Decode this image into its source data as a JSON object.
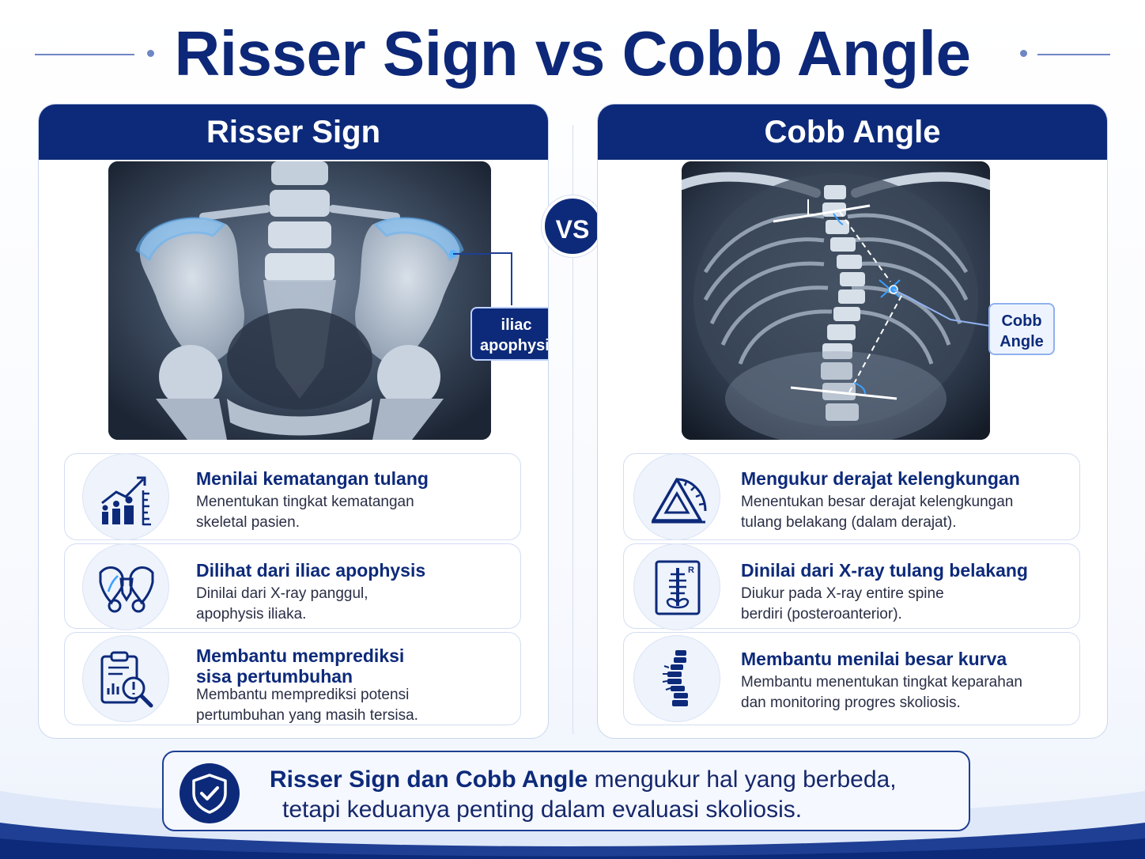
{
  "title": "Risser Sign vs Cobb Angle",
  "vs_label": "VS",
  "left_panel": {
    "header": "Risser Sign",
    "callout": "iliac apophysis",
    "cards": [
      {
        "icon": "growth-chart-people-icon",
        "title": "Menilai kematangan tulang",
        "text": "Menentukan tingkat kematangan skeletal pasien."
      },
      {
        "icon": "pelvis-icon",
        "title": "Dilihat dari iliac apophysis",
        "text": "Dinilai dari X-ray panggul, apophysis iliaka."
      },
      {
        "icon": "clipboard-magnifier-icon",
        "title": "Membantu memprediksi sisa pertumbuhan",
        "text": "Membantu memprediksi potensi pertumbuhan yang masih tersisa."
      }
    ]
  },
  "right_panel": {
    "header": "Cobb Angle",
    "callout": "Cobb Angle",
    "cards": [
      {
        "icon": "protractor-icon",
        "title": "Mengukur derajat kelengkungan",
        "text": "Menentukan besar derajat kelengkungan tulang belakang (dalam derajat)."
      },
      {
        "icon": "spine-xray-icon",
        "title": "Dinilai dari X-ray tulang belakang",
        "text": "Diukur pada X-ray entire spine berdiri (posteroanterior)."
      },
      {
        "icon": "curved-spine-icon",
        "title": "Membantu menilai besar kurva",
        "text": "Membantu menentukan tingkat keparahan dan monitoring progres skoliosis."
      }
    ]
  },
  "summary": {
    "icon": "shield-check-icon",
    "bold": "Risser Sign dan Cobb Angle",
    "rest": " mengukur hal yang berbeda,",
    "line2": "tetapi keduanya penting dalam evaluasi skoliosis."
  },
  "colors": {
    "primary": "#0d2a7a",
    "accent": "#3aa0ff",
    "card_border": "#d3ddf2"
  }
}
